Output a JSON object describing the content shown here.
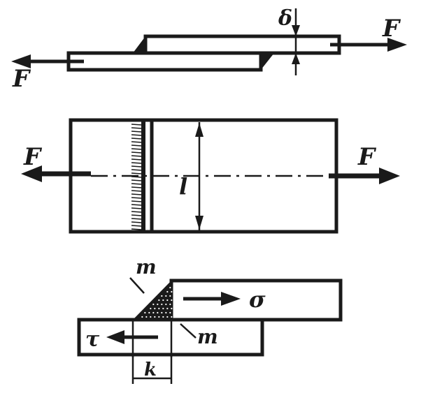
{
  "figure": {
    "labels": {
      "force": "F",
      "thickness": "δ",
      "length": "l",
      "section": "m",
      "normal_stress": "σ",
      "shear_stress": "τ",
      "leg": "k"
    }
  },
  "colors": {
    "ink": "#1a1a1a",
    "paper": "#ffffff"
  }
}
